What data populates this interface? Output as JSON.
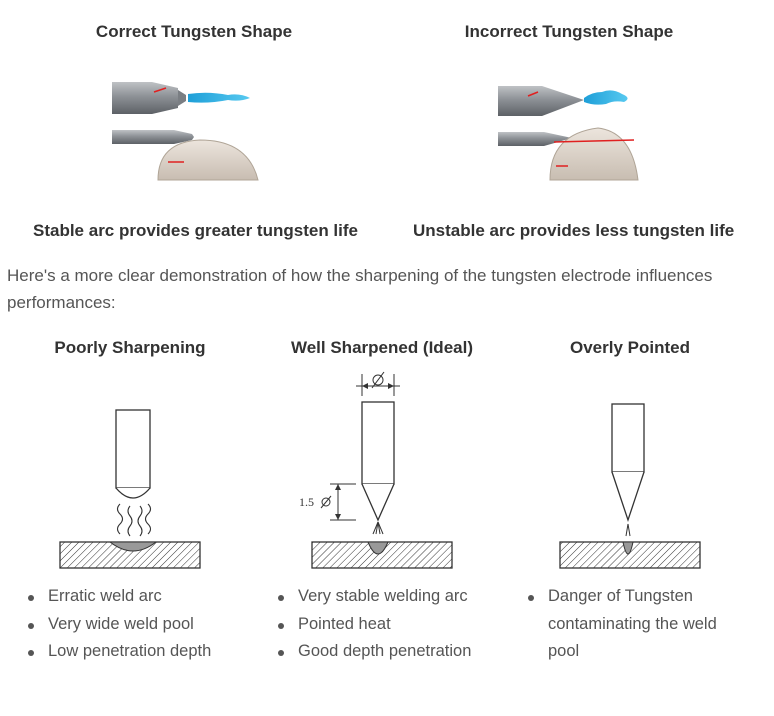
{
  "top": {
    "correct_title": "Correct Tungsten Shape",
    "incorrect_title": "Incorrect Tungsten Shape",
    "correct_caption": "Stable arc provides greater tungsten life",
    "incorrect_caption": "Unstable arc provides less tungsten life"
  },
  "intro": "Here's a more clear demonstration of how the sharpening of the tungsten electrode influences performances:",
  "columns": [
    {
      "title": "Poorly Sharpening",
      "bullets": [
        "Erratic weld arc",
        "Very wide weld pool",
        "Low penetration depth"
      ]
    },
    {
      "title": "Well Sharpened (Ideal)",
      "bullets": [
        "Very stable welding arc",
        "Pointed heat",
        "Good depth penetration"
      ],
      "dimension_label": "1.5"
    },
    {
      "title": "Overly Pointed",
      "bullets": [
        "Danger of Tungsten contaminating the weld pool"
      ]
    }
  ],
  "colors": {
    "arc_blue": "#33b5e5",
    "wheel_tan": "#dcd3ca",
    "mark_red": "#e02020"
  }
}
